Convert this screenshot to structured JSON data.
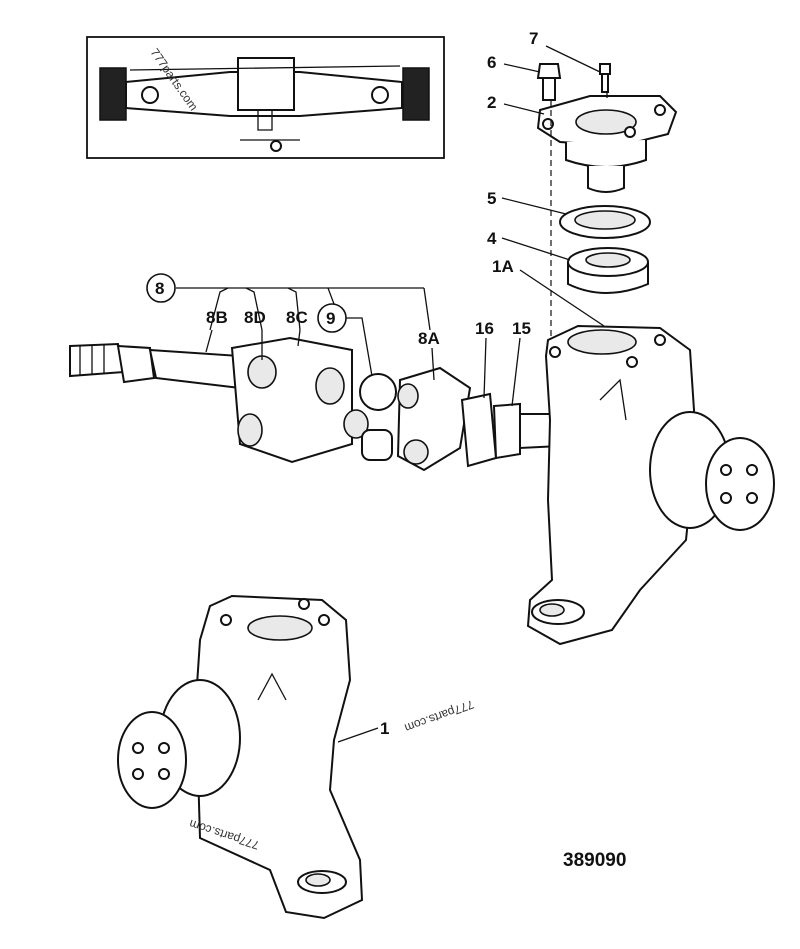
{
  "watermarks": {
    "inset": "777parts.com",
    "middle": "777parts.com",
    "lower": "777parts.com"
  },
  "callouts": {
    "c7": "7",
    "c6": "6",
    "c2": "2",
    "c5": "5",
    "c4": "4",
    "c1a": "1A",
    "c8": "8",
    "c8b": "8B",
    "c8d": "8D",
    "c8c": "8C",
    "c9": "9",
    "c8a": "8A",
    "c16": "16",
    "c15": "15",
    "c1": "1"
  },
  "reference_number": "389090"
}
